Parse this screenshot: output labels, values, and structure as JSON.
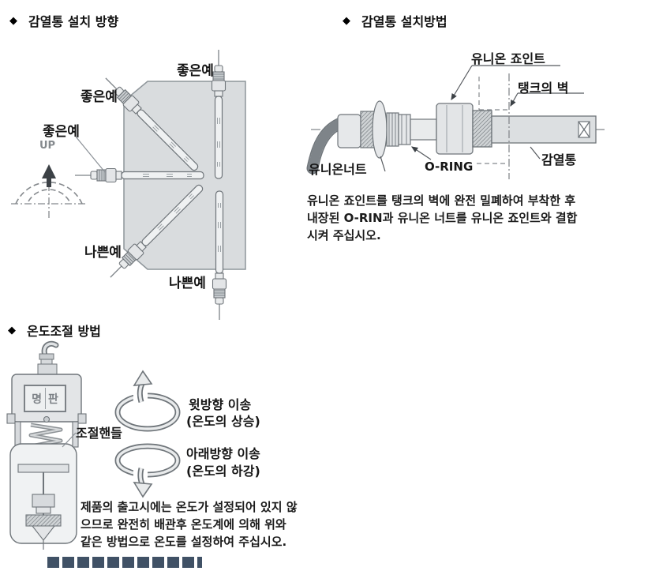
{
  "colors": {
    "panel_gray": "#d9dcde",
    "line_gray": "#6f757a",
    "text_black": "#1a1a1a",
    "artifact_navy": "#2f4258"
  },
  "section_direction": {
    "bullet": "◆",
    "title": "감열통 설치 방향",
    "label_good": "좋은예",
    "label_bad": "나쁜예",
    "label_up": "UP"
  },
  "section_method": {
    "bullet": "◆",
    "title": "감열통 설치방법",
    "label_union_joint": "유니온 죠인트",
    "label_tank_wall": "탱크의 벽",
    "label_union_nut": "유니온너트",
    "label_oring": "O-RING",
    "label_bulb": "감열통",
    "desc_line1": "유니온 죠인트를 탱크의 벽에 완전 밀폐하여 부착한 후",
    "desc_line2": "내장된 O-RIN과 유니온 너트를 유니온 죠인트와 결합",
    "desc_line3": "시켜 주십시오."
  },
  "section_adjust": {
    "bullet": "◆",
    "title": "온도조절 방법",
    "label_nameplate": "명판",
    "label_handle": "조절핸들",
    "label_up_move": "윗방향 이송",
    "label_up_sub": "(온도의 상승)",
    "label_down_move": "아래방향 이송",
    "label_down_sub": "(온도의 하강)",
    "desc_line1": "제품의 출고시에는 온도가 설정되어 있지 않",
    "desc_line2": "으므로 완전히 배관후 온도계에 의해 위와",
    "desc_line3": "같은 방법으로 온도를 설정하여 주십시오."
  }
}
